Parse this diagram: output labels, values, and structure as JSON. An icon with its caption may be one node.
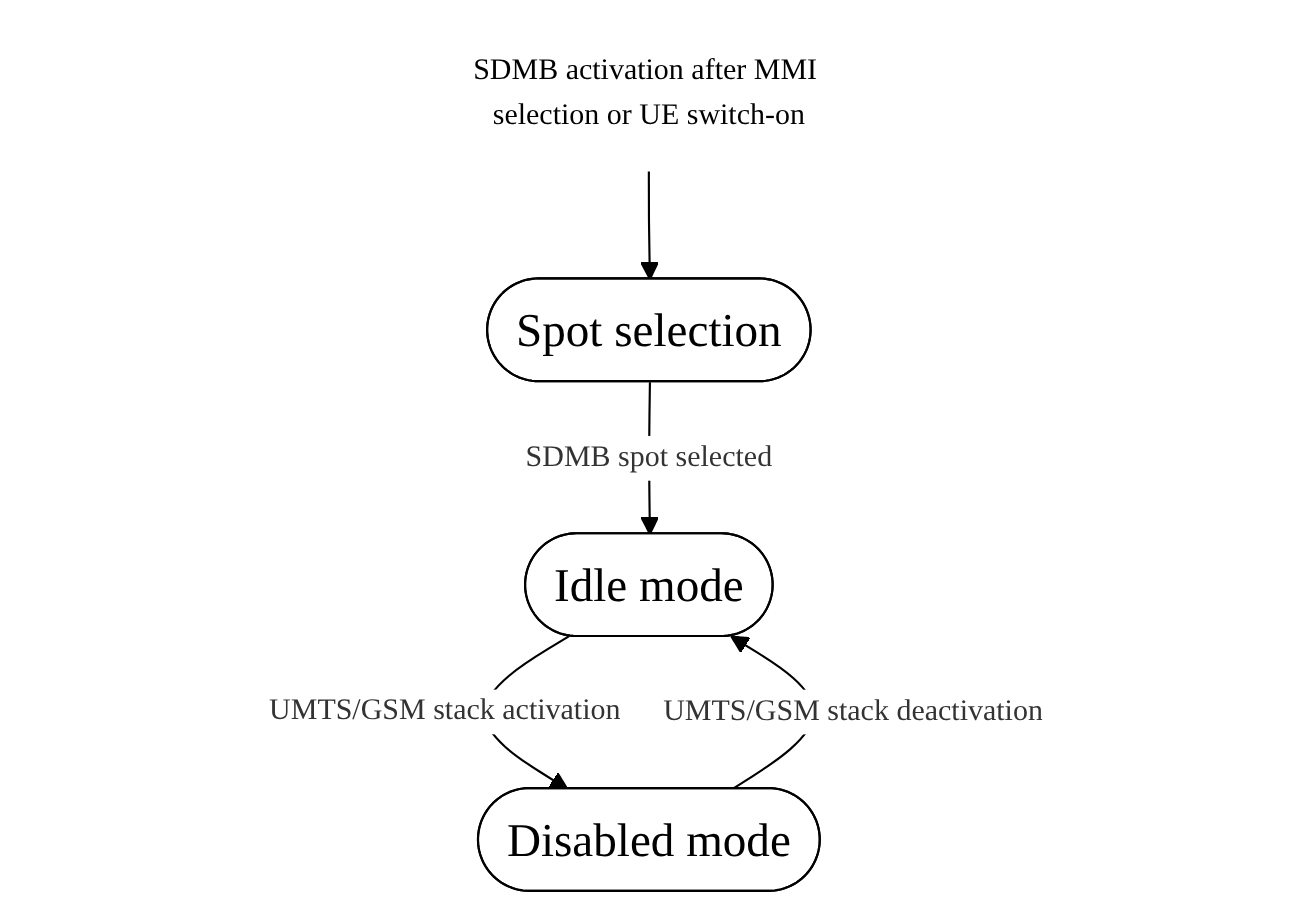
{
  "diagram": {
    "nodes": [
      {
        "text": [
          "SDMB activation after MMI selection or UE switch-on"
        ]
      },
      {
        "text": [
          "Spot selection"
        ]
      },
      {
        "text": [
          "Idle mode"
        ]
      },
      {
        "text": [
          "Disabled mode"
        ]
      }
    ],
    "edges": [
      {
        "from": 0,
        "to": 1,
        "arrow": "to"
      },
      {
        "from": 1,
        "to": 2,
        "arrow": "to",
        "label": "SDMB spot selected"
      },
      {
        "from": 3,
        "to": 2,
        "arrow": "to",
        "label": "UMTS/GSM stack deactivation"
      },
      {
        "from": 2,
        "to": 3,
        "arrow": "to",
        "label": "UMTS/GSM stack activation"
      }
    ]
  }
}
